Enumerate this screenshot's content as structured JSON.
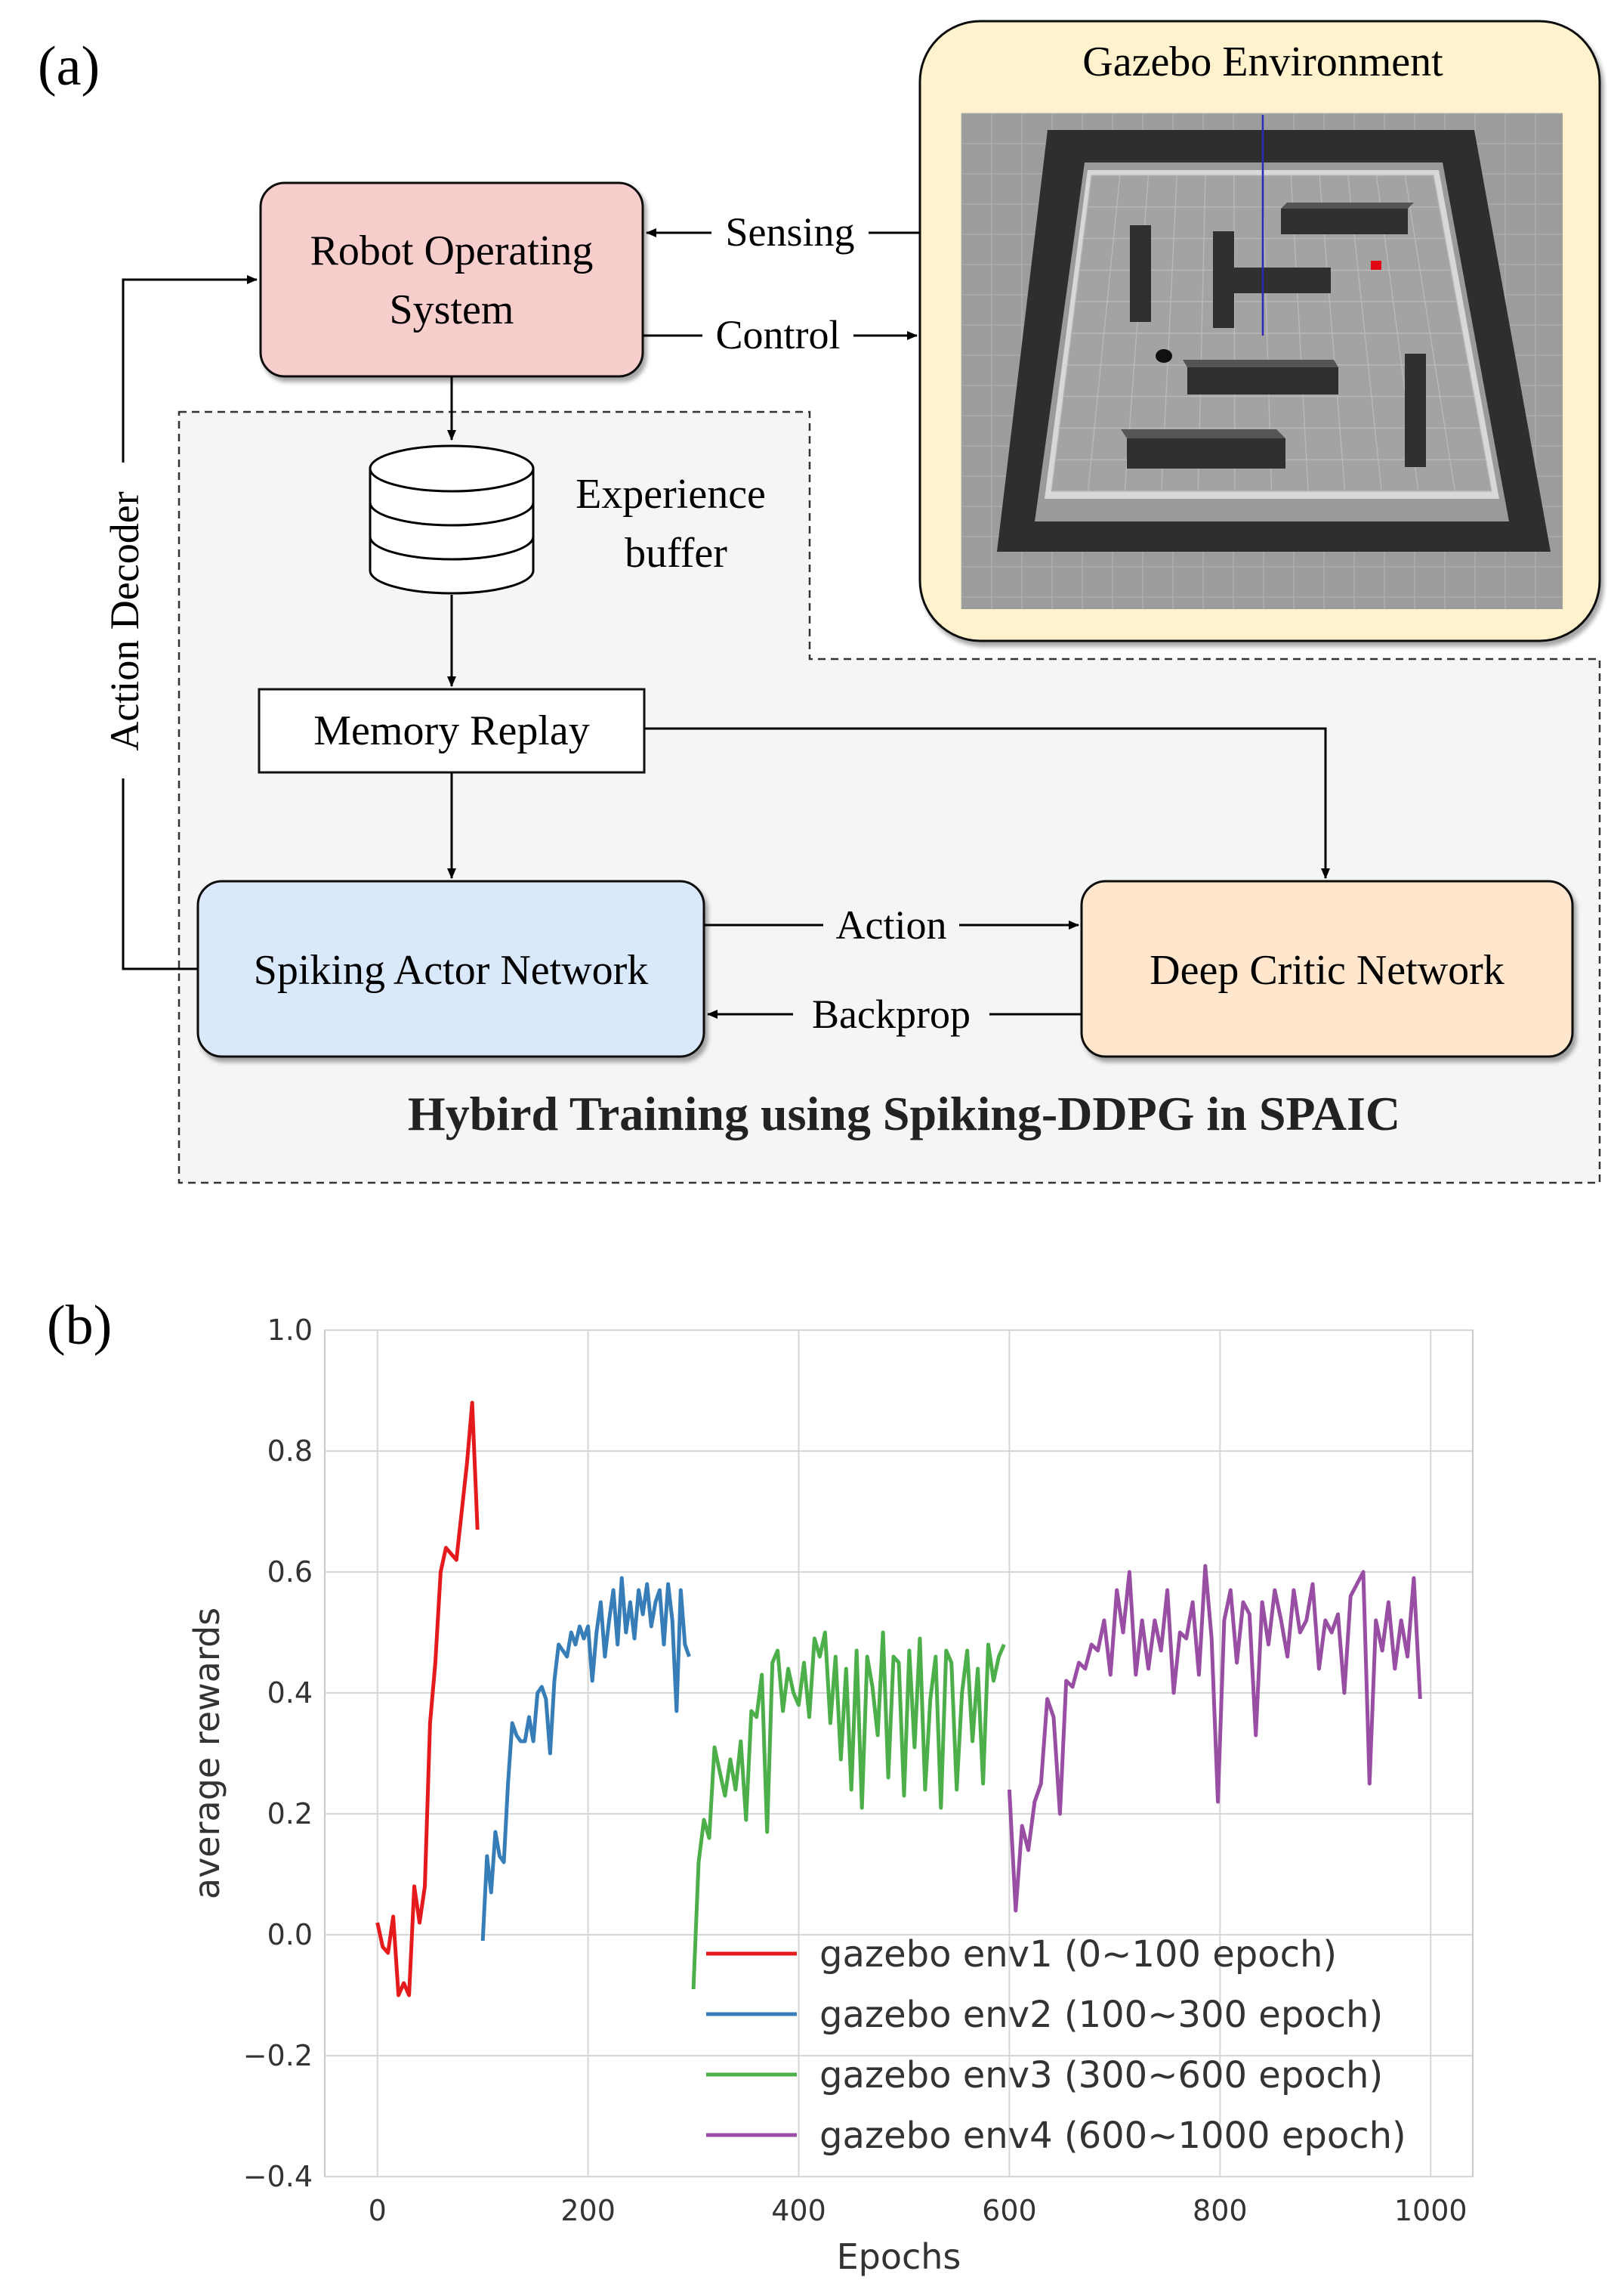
{
  "panel_a": {
    "label": "(a)",
    "gazebo": {
      "title": "Gazebo Environment"
    },
    "ros_box": {
      "line1": "Robot Operating",
      "line2": "System"
    },
    "arrows": {
      "sensing": "Sensing",
      "control": "Control",
      "action_decoder": "Action Decoder",
      "action": "Action",
      "backprop": "Backprop"
    },
    "experience_buffer": {
      "line1": "Experience",
      "line2": "buffer"
    },
    "memory_replay": "Memory Replay",
    "actor": "Spiking Actor Network",
    "critic": "Deep Critic Network",
    "hybrid_caption": "Hybird Training using Spiking-DDPG in SPAIC",
    "colors": {
      "ros_fill": "#f8cecc",
      "actor_fill": "#dae8fc",
      "critic_fill": "#ffe6cc",
      "gazebo_fill": "#fff2cc",
      "hybrid_fill": "#f5f5f5"
    }
  },
  "panel_b": {
    "label": "(b)"
  },
  "chart_data": {
    "type": "line",
    "xlabel": "Epochs",
    "ylabel": "average rewards",
    "xlim": [
      -50,
      1040
    ],
    "ylim": [
      -0.4,
      1.0
    ],
    "xticks": [
      0,
      200,
      400,
      600,
      800,
      1000
    ],
    "yticks": [
      -0.4,
      -0.2,
      0.0,
      0.2,
      0.4,
      0.6,
      0.8,
      1.0
    ],
    "xtick_labels": [
      "0",
      "200",
      "400",
      "600",
      "800",
      "1000"
    ],
    "ytick_labels": [
      "−0.4",
      "−0.2",
      "0.0",
      "0.2",
      "0.4",
      "0.6",
      "0.8",
      "1.0"
    ],
    "grid": true,
    "legend_position": "lower-right",
    "series": [
      {
        "name": "gazebo env1 (0~100 epoch)",
        "color": "#e41a1c",
        "x": [
          0,
          5,
          10,
          15,
          20,
          25,
          30,
          35,
          40,
          45,
          50,
          55,
          60,
          65,
          70,
          75,
          80,
          85,
          90,
          95
        ],
        "y": [
          0.02,
          -0.02,
          -0.03,
          0.03,
          -0.1,
          -0.08,
          -0.1,
          0.08,
          0.02,
          0.08,
          0.35,
          0.45,
          0.6,
          0.64,
          0.63,
          0.62,
          0.7,
          0.78,
          0.88,
          0.67
        ]
      },
      {
        "name": "gazebo env2 (100~300 epoch)",
        "color": "#377eb8",
        "x": [
          100,
          104,
          108,
          112,
          116,
          120,
          124,
          128,
          132,
          136,
          140,
          144,
          148,
          152,
          156,
          160,
          164,
          168,
          172,
          176,
          180,
          184,
          188,
          192,
          196,
          200,
          204,
          208,
          212,
          216,
          220,
          224,
          228,
          232,
          236,
          240,
          244,
          248,
          252,
          256,
          260,
          264,
          268,
          272,
          276,
          280,
          284,
          288,
          292,
          296
        ],
        "y": [
          -0.01,
          0.13,
          0.07,
          0.17,
          0.13,
          0.12,
          0.25,
          0.35,
          0.33,
          0.32,
          0.32,
          0.36,
          0.32,
          0.4,
          0.41,
          0.39,
          0.3,
          0.42,
          0.48,
          0.47,
          0.46,
          0.5,
          0.48,
          0.51,
          0.49,
          0.51,
          0.42,
          0.5,
          0.55,
          0.46,
          0.52,
          0.57,
          0.48,
          0.59,
          0.5,
          0.55,
          0.49,
          0.57,
          0.53,
          0.58,
          0.51,
          0.55,
          0.57,
          0.48,
          0.58,
          0.52,
          0.37,
          0.57,
          0.48,
          0.46
        ]
      },
      {
        "name": "gazebo env3 (300~600 epoch)",
        "color": "#4daf4a",
        "x": [
          300,
          305,
          310,
          315,
          320,
          325,
          330,
          335,
          340,
          345,
          350,
          355,
          360,
          365,
          370,
          375,
          380,
          385,
          390,
          395,
          400,
          405,
          410,
          415,
          420,
          425,
          430,
          435,
          440,
          445,
          450,
          455,
          460,
          465,
          470,
          475,
          480,
          485,
          490,
          495,
          500,
          505,
          510,
          515,
          520,
          525,
          530,
          535,
          540,
          545,
          550,
          555,
          560,
          565,
          570,
          575,
          580,
          585,
          590,
          595
        ],
        "y": [
          -0.09,
          0.12,
          0.19,
          0.16,
          0.31,
          0.27,
          0.23,
          0.29,
          0.24,
          0.32,
          0.19,
          0.37,
          0.36,
          0.43,
          0.17,
          0.45,
          0.47,
          0.37,
          0.44,
          0.4,
          0.38,
          0.45,
          0.36,
          0.49,
          0.46,
          0.5,
          0.35,
          0.46,
          0.29,
          0.44,
          0.24,
          0.47,
          0.21,
          0.46,
          0.41,
          0.33,
          0.5,
          0.26,
          0.46,
          0.45,
          0.23,
          0.47,
          0.31,
          0.49,
          0.24,
          0.39,
          0.46,
          0.21,
          0.47,
          0.45,
          0.24,
          0.4,
          0.47,
          0.32,
          0.44,
          0.25,
          0.48,
          0.42,
          0.46,
          0.48
        ]
      },
      {
        "name": "gazebo env4 (600~1000 epoch)",
        "color": "#984ea3",
        "x": [
          600,
          606,
          612,
          618,
          624,
          630,
          636,
          642,
          648,
          654,
          660,
          666,
          672,
          678,
          684,
          690,
          696,
          702,
          708,
          714,
          720,
          726,
          732,
          738,
          744,
          750,
          756,
          762,
          768,
          774,
          780,
          786,
          792,
          798,
          804,
          810,
          816,
          822,
          828,
          834,
          840,
          846,
          852,
          858,
          864,
          870,
          876,
          882,
          888,
          894,
          900,
          906,
          912,
          918,
          924,
          930,
          936,
          942,
          948,
          954,
          960,
          966,
          972,
          978,
          984,
          990
        ],
        "y": [
          0.24,
          0.04,
          0.18,
          0.14,
          0.22,
          0.25,
          0.39,
          0.36,
          0.2,
          0.42,
          0.41,
          0.45,
          0.44,
          0.48,
          0.47,
          0.52,
          0.43,
          0.57,
          0.5,
          0.6,
          0.43,
          0.52,
          0.44,
          0.52,
          0.47,
          0.57,
          0.4,
          0.5,
          0.49,
          0.55,
          0.43,
          0.61,
          0.49,
          0.22,
          0.52,
          0.57,
          0.45,
          0.55,
          0.53,
          0.33,
          0.55,
          0.48,
          0.57,
          0.52,
          0.46,
          0.57,
          0.5,
          0.52,
          0.58,
          0.44,
          0.52,
          0.5,
          0.53,
          0.4,
          0.56,
          0.58,
          0.6,
          0.25,
          0.52,
          0.47,
          0.55,
          0.44,
          0.52,
          0.46,
          0.59,
          0.39
        ]
      }
    ]
  }
}
